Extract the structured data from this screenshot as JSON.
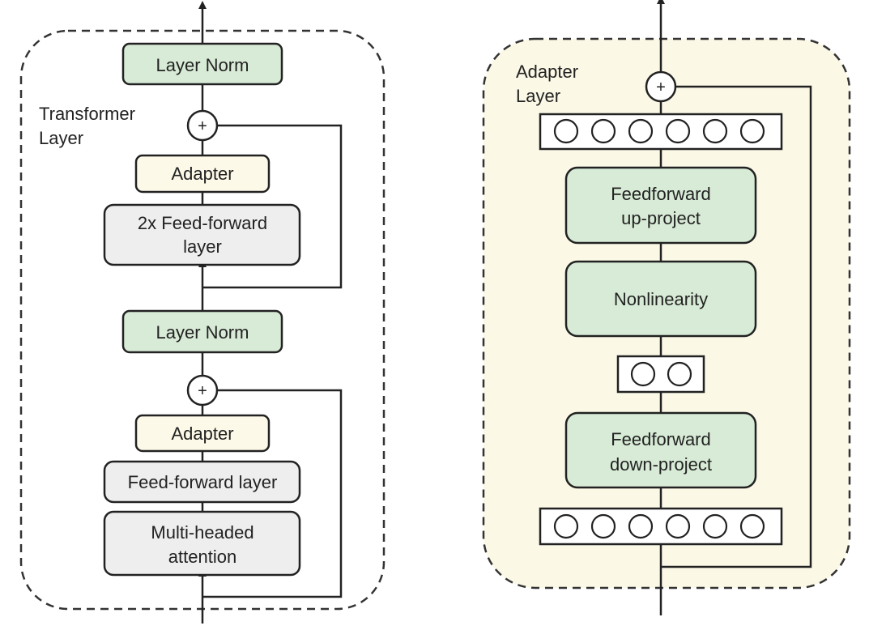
{
  "transformer_panel": {
    "title_line1": "Transformer",
    "title_line2": "Layer",
    "layer_norm_top": "Layer Norm",
    "adapter_top": "Adapter",
    "ffn_2x_line1": "2x Feed-forward",
    "ffn_2x_line2": "layer",
    "layer_norm_bottom": "Layer Norm",
    "adapter_bottom": "Adapter",
    "ffn_layer": "Feed-forward layer",
    "mha_line1": "Multi-headed",
    "mha_line2": "attention",
    "plus_symbol": "+"
  },
  "adapter_panel": {
    "title_line1": "Adapter",
    "title_line2": "Layer",
    "ff_up_line1": "Feedforward",
    "ff_up_line2": "up-project",
    "nonlinearity": "Nonlinearity",
    "ff_down_line1": "Feedforward",
    "ff_down_line2": "down-project",
    "plus_symbol": "+",
    "wide_layer_neurons": 6,
    "bottleneck_neurons": 2
  },
  "colors": {
    "green_fill": "#d8ebd6",
    "adapter_fill": "#fdf9e8",
    "gray_fill": "#eeeeee",
    "panel_bg": "#fbf8e6",
    "stroke": "#222222"
  }
}
